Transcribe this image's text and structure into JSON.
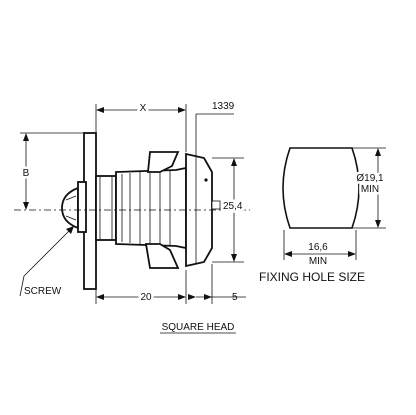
{
  "labels": {
    "x": "X",
    "part_number": "1339",
    "b": "B",
    "square_size": "25,4",
    "screw": "SCREW",
    "dim_20": "20",
    "dim_5": "5",
    "diameter": "Ø19,1",
    "diameter_min": "MIN",
    "width": "16,6",
    "width_min": "MIN",
    "fixing_hole_size": "FIXING HOLE SIZE",
    "square_head": "SQUARE HEAD"
  }
}
